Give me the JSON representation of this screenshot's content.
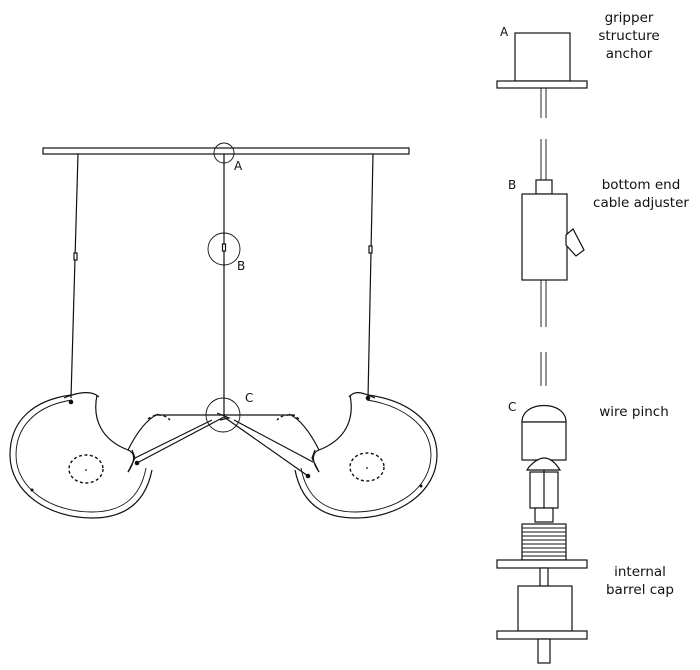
{
  "labels": {
    "anchor_point": "A",
    "adjuster_point": "B",
    "pinch_point": "C"
  },
  "callouts": {
    "anchor": [
      "gripper",
      "structure",
      "anchor"
    ],
    "adjuster": [
      "bottom end",
      "cable adjuster"
    ],
    "pinch": [
      "wire pinch"
    ],
    "cap": [
      "internal",
      "barrel cap"
    ]
  }
}
